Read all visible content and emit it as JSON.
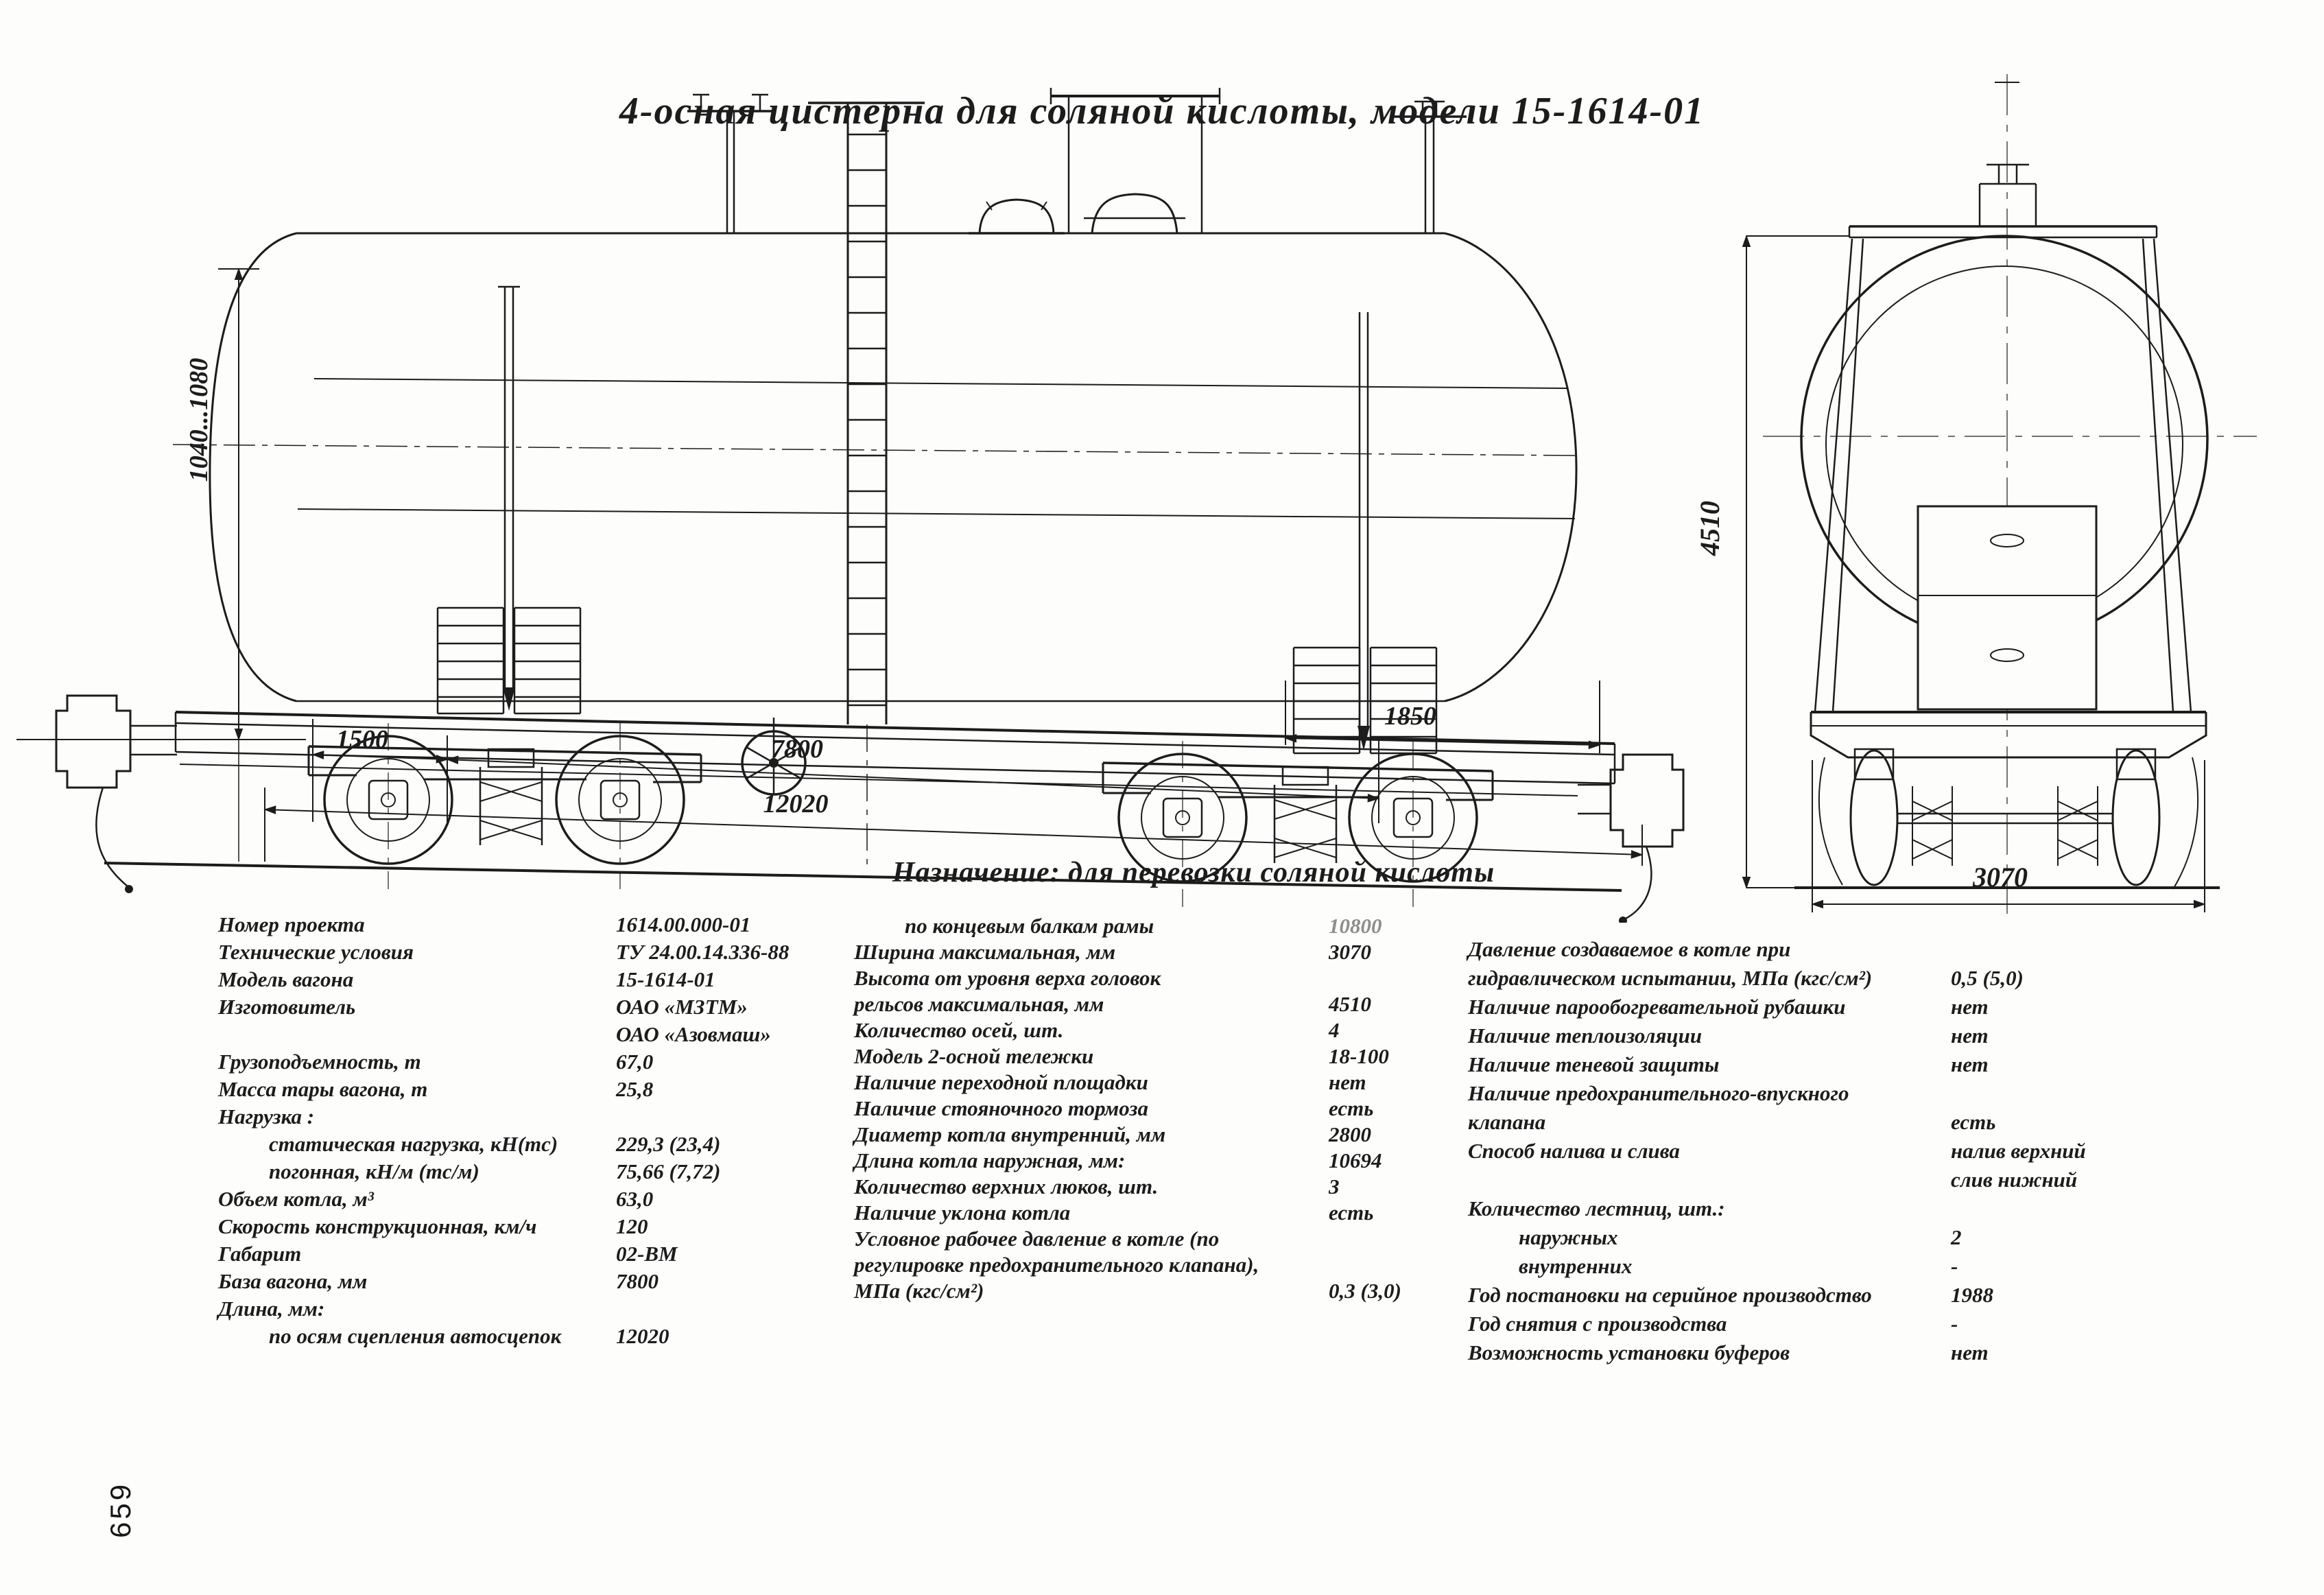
{
  "page": {
    "title": "4-осная цистерна для соляной кислоты, модели 15-1614-01",
    "purpose": "Назначение: для перевозки соляной кислоты",
    "page_number": "659",
    "paper_color": "#fdfdfc",
    "ink_color": "#1c1c1c"
  },
  "drawing": {
    "description": "side-view and end-view line drawing of 4-axle tank car",
    "dims": {
      "coupler_height": "1040...1080",
      "d1500": "1500",
      "d7800": "7800",
      "d12020": "12020",
      "d1850": "1850",
      "d4510": "4510",
      "d3070": "3070"
    }
  },
  "specs": {
    "left": [
      {
        "label": "Номер проекта",
        "value": "1614.00.000-01"
      },
      {
        "label": "Технические условия",
        "value": "ТУ 24.00.14.336-88"
      },
      {
        "label": "Модель вагона",
        "value": "15-1614-01"
      },
      {
        "label": "Изготовитель",
        "value": "ОАО «МЗТМ»"
      },
      {
        "label": "",
        "value": "ОАО «Азовмаш»"
      },
      {
        "label": "Грузоподъемность, т",
        "value": "67,0"
      },
      {
        "label": "Масса тары вагона, т",
        "value": "25,8"
      },
      {
        "label": "Нагрузка :",
        "value": ""
      },
      {
        "label": "статическая нагрузка, кН(тс)",
        "value": "229,3 (23,4)",
        "indent": 1
      },
      {
        "label": "погонная, кН/м (тс/м)",
        "value": "75,66 (7,72)",
        "indent": 1
      },
      {
        "label": "Объем котла, м³",
        "value": "63,0"
      },
      {
        "label": "Скорость конструкционная, км/ч",
        "value": "120"
      },
      {
        "label": "Габарит",
        "value": "02-ВМ"
      },
      {
        "label": "База вагона, мм",
        "value": "7800"
      },
      {
        "label": "Длина, мм:",
        "value": ""
      },
      {
        "label": "по осям сцепления автосцепок",
        "value": "12020",
        "indent": 1
      }
    ],
    "middle": [
      {
        "label": "по концевым балкам рамы",
        "value": "10800",
        "indent": 1,
        "faded": true
      },
      {
        "label": "Ширина максимальная, мм",
        "value": "3070"
      },
      {
        "label": "Высота от уровня верха головок",
        "value": ""
      },
      {
        "label": "рельсов максимальная, мм",
        "value": "4510"
      },
      {
        "label": "Количество осей, шт.",
        "value": "4"
      },
      {
        "label": "Модель 2-осной тележки",
        "value": "18-100"
      },
      {
        "label": "Наличие переходной площадки",
        "value": "нет"
      },
      {
        "label": "Наличие стояночного тормоза",
        "value": "есть"
      },
      {
        "label": "Диаметр котла внутренний, мм",
        "value": "2800"
      },
      {
        "label": "Длина котла наружная, мм:",
        "value": "10694"
      },
      {
        "label": "Количество верхних люков, шт.",
        "value": "3"
      },
      {
        "label": "Наличие уклона котла",
        "value": "есть"
      },
      {
        "label": "Условное рабочее давление в котле  (по",
        "value": ""
      },
      {
        "label": "регулировке предохранительного клапана),",
        "value": ""
      },
      {
        "label": "МПа (кгс/см²)",
        "value": "0,3 (3,0)"
      }
    ],
    "right": [
      {
        "label": "Давление создаваемое в котле при",
        "value": ""
      },
      {
        "label": "гидравлическом испытании, МПа (кгс/см²)",
        "value": "0,5 (5,0)"
      },
      {
        "label": "Наличие парообогревательной рубашки",
        "value": "нет"
      },
      {
        "label": "Наличие теплоизоляции",
        "value": "нет"
      },
      {
        "label": "Наличие теневой защиты",
        "value": "нет"
      },
      {
        "label": "Наличие предохранительного-впускного",
        "value": ""
      },
      {
        "label": "клапана",
        "value": "есть"
      },
      {
        "label": "Способ налива и слива",
        "value": "налив верхний"
      },
      {
        "label": "",
        "value": "слив нижний"
      },
      {
        "label": "Количество лестниц, шт.:",
        "value": ""
      },
      {
        "label": "наружных",
        "value": "2",
        "indent": 1
      },
      {
        "label": "внутренних",
        "value": "-",
        "indent": 1
      },
      {
        "label": "Год постановки на серийное производство",
        "value": "1988"
      },
      {
        "label": "Год снятия с производства",
        "value": "-"
      },
      {
        "label": "Возможность установки буферов",
        "value": "нет"
      }
    ]
  }
}
